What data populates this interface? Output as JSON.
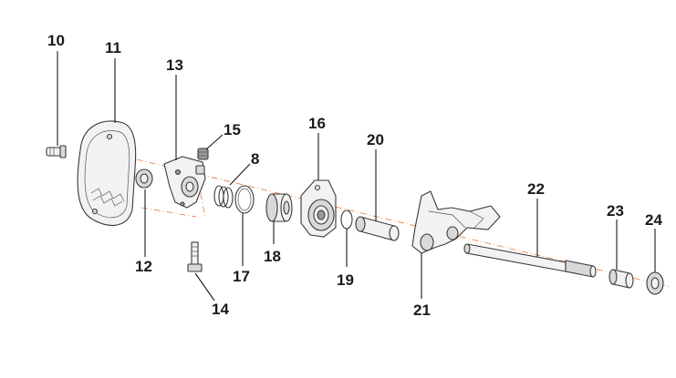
{
  "callouts": {
    "p10": "10",
    "p11": "11",
    "p12": "12",
    "p13": "13",
    "p14": "14",
    "p15": "15",
    "p8": "8",
    "p16": "16",
    "p17": "17",
    "p18": "18",
    "p19": "19",
    "p20": "20",
    "p21": "21",
    "p22": "22",
    "p23": "23",
    "p24": "24"
  },
  "colors": {
    "axis_line": "#e8793a",
    "outline": "#3a3a3a",
    "text": "#1a1a1a"
  }
}
